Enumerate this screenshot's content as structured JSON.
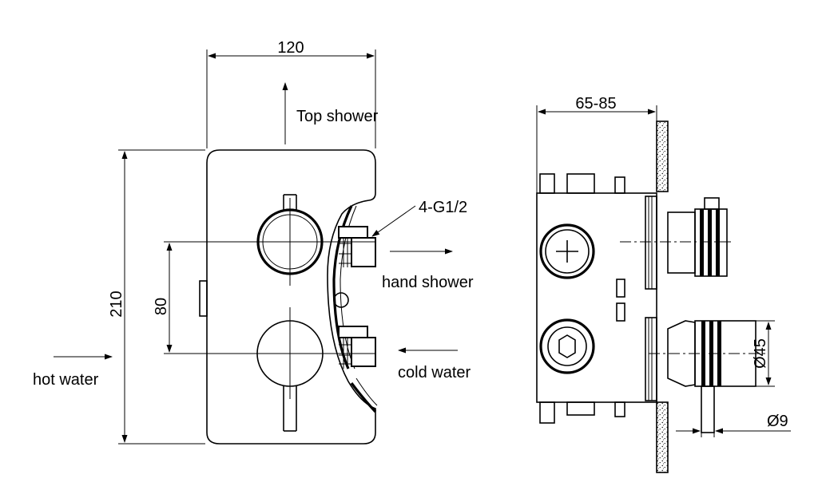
{
  "labels": {
    "width_front": "120",
    "height_front": "210",
    "spacing": "80",
    "thread": "4-G1/2",
    "depth": "65-85",
    "handle_diameter": "Ø45",
    "pin_diameter": "Ø9",
    "top_shower": "Top shower",
    "hand_shower": "hand shower",
    "hot_water": "hot water",
    "cold_water": "cold water"
  }
}
